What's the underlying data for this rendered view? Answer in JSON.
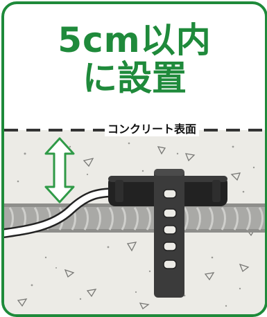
{
  "headline": {
    "line1": "5cm以内",
    "line2": "に設置"
  },
  "surface_label": "コンクリート表面",
  "colors": {
    "accent_green": "#1e8a3a",
    "concrete": "#ecebe6",
    "rebar": "#a9a9a6",
    "sensor_body": "#222222",
    "arrow_outline": "#2f9a47"
  },
  "icons": {
    "depth_arrow": "double-headed-vertical-arrow-icon",
    "sensor": "sensor-device-icon",
    "cable": "cable-icon",
    "rebar": "rebar-icon",
    "strap": "mounting-strap-icon"
  }
}
